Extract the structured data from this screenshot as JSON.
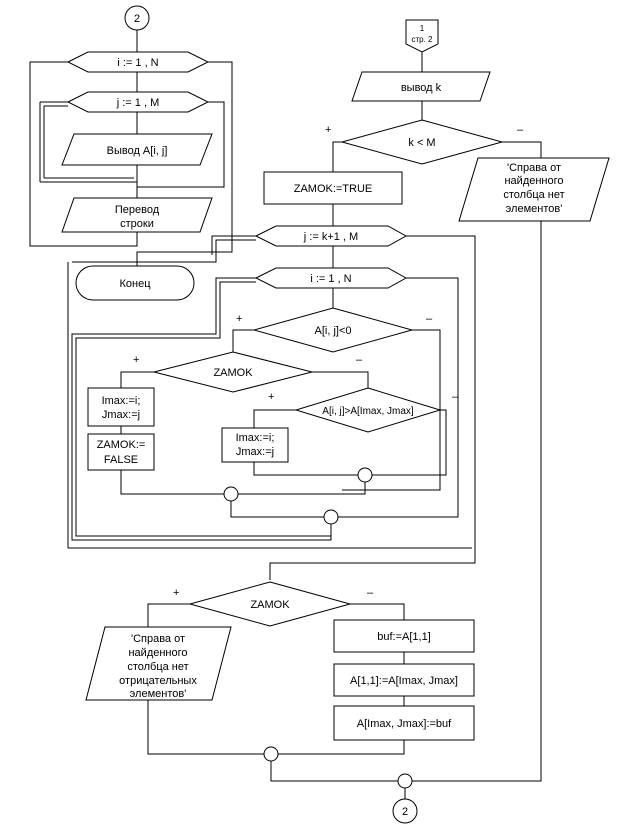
{
  "connectors": {
    "top_left": "2",
    "bottom_center": "2",
    "page_ref_num": "1",
    "page_ref_label": "стр. 2"
  },
  "left": {
    "loop_i": "i := 1 , N",
    "loop_j": "j := 1 , M",
    "output_elem": "Вывод A[i, j]",
    "newline_1": "Перевод",
    "newline_2": "строки",
    "end": "Конец"
  },
  "right": {
    "output_k": "вывод k",
    "cond_k": "k < M",
    "no_right_1": "'Справа от",
    "no_right_2": "найденного",
    "no_right_3": "столбца нет",
    "no_right_4": "элементов'",
    "assign_true": "ZAMOK:=TRUE",
    "loop_j": "j := k+1 , M",
    "loop_i": "i := 1 , N",
    "cond_neg": "A[i, j]<0",
    "cond_zamok": "ZAMOK",
    "imax_1": "Imax:=i;",
    "jmax_1": "Jmax:=j",
    "zamok_false_1": "ZAMOK:=",
    "zamok_false_2": "FALSE",
    "cond_greater": "A[i, j]>A[Imax, Jmax]",
    "imax_2": "Imax:=i;",
    "jmax_2": "Jmax:=j",
    "cond_zamok_2": "ZAMOK",
    "no_neg_1": "'Справа от",
    "no_neg_2": "найденного",
    "no_neg_3": "столбца нет",
    "no_neg_4": "отрицательных",
    "no_neg_5": "элементов'",
    "swap_1": "buf:=A[1,1]",
    "swap_2": "A[1,1]:=A[Imax, Jmax]",
    "swap_3": "A[Imax, Jmax]:=buf"
  },
  "signs": {
    "plus": "+",
    "minus": "–"
  }
}
